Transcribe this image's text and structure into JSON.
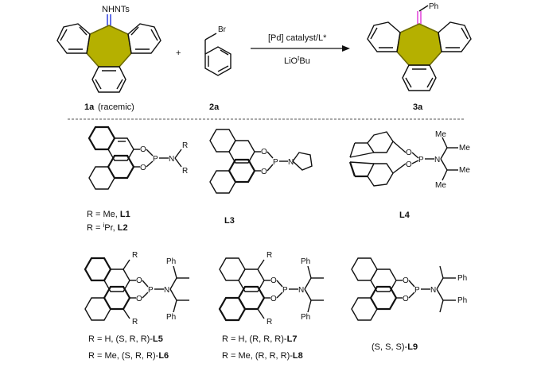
{
  "reaction": {
    "reactant1_group": "NHNTs",
    "reactant1_label_id": "1a",
    "reactant1_label_note": "(racemic)",
    "plus": "+",
    "reactant2_atom": "Br",
    "reactant2_label_id": "2a",
    "catalyst": "[Pd] catalyst/L*",
    "base_prefix": "LiO",
    "base_sup": "t",
    "base_suffix": "Bu",
    "product_group": "Ph",
    "product_label_id": "3a"
  },
  "colors": {
    "ring_fill": "#b5b000",
    "ring_stroke": "#6d6a00",
    "hydrazone_blue": "#2233dd",
    "product_magenta": "#e032d8",
    "divider": "#555555"
  },
  "ligands": {
    "L12": {
      "R1": "R",
      "R2": "R",
      "line1_prefix": "R = Me, ",
      "line1_id": "L1",
      "line2_prefix": "R = ",
      "line2_sup": "i",
      "line2_mid": "Pr, ",
      "line2_id": "L2"
    },
    "L3": {
      "id": "L3"
    },
    "L4": {
      "id": "L4",
      "me1": "Me",
      "me2": "Me",
      "me3": "Me",
      "me4": "Me"
    },
    "L56": {
      "R_top": "R",
      "R_bot": "R",
      "Ph_top": "Ph",
      "Ph_bot": "Ph",
      "line1_prefix": "R = H, (S, R, R)-",
      "line1_id": "L5",
      "line2_prefix": "R = Me, (S, R, R)-",
      "line2_id": "L6"
    },
    "L78": {
      "R_top": "R",
      "R_bot": "R",
      "Ph_top": "Ph",
      "Ph_bot": "Ph",
      "line1_prefix": "R = H, (R, R, R)-",
      "line1_id": "L7",
      "line2_prefix": "R = Me, (R, R, R)-",
      "line2_id": "L8"
    },
    "L9": {
      "Ph_top": "Ph",
      "Ph_bot": "Ph",
      "line1_prefix": "(S, S, S)-",
      "line1_id": "L9"
    }
  },
  "atoms": {
    "O": "O",
    "P": "P",
    "N": "N"
  }
}
